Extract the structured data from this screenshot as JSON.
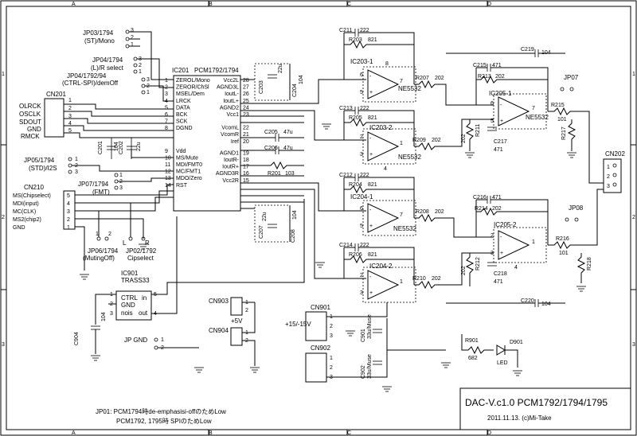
{
  "frame": {
    "columns": [
      "A",
      "B",
      "C",
      "D"
    ],
    "rows": [
      "1",
      "2",
      "3"
    ]
  },
  "title_block": {
    "title": "DAC-V.c1.0   PCM1792/1794/1795",
    "date_author": "2011.11.13.   (c)Mi-Take"
  },
  "notes": {
    "line1": "JP01:  PCM1794時de-emphasisi-offのためLow",
    "line2": "PCM1792, 1795時 SPIのためLow"
  },
  "ic201": {
    "ref": "IC201",
    "part": "PCM1792/1794",
    "left_pins": [
      {
        "n": "1",
        "name": "ZEROL/Mono"
      },
      {
        "n": "2",
        "name": "ZEROR/ChSl"
      },
      {
        "n": "3",
        "name": "MSEL/Dem"
      },
      {
        "n": "4",
        "name": "LRCK"
      },
      {
        "n": "5",
        "name": "DATA"
      },
      {
        "n": "6",
        "name": "BCK"
      },
      {
        "n": "7",
        "name": "SCK"
      },
      {
        "n": "8",
        "name": "DGND"
      },
      {
        "n": "9",
        "name": "Vdd"
      },
      {
        "n": "10",
        "name": "MS/Mute"
      },
      {
        "n": "11",
        "name": "MDI/FMT0"
      },
      {
        "n": "12",
        "name": "MC/FMT1"
      },
      {
        "n": "13",
        "name": "MDO/Zero"
      },
      {
        "n": "14",
        "name": "RST"
      }
    ],
    "right_pins": [
      {
        "n": "28",
        "name": "Vcc2L"
      },
      {
        "n": "27",
        "name": "AGND3L"
      },
      {
        "n": "26",
        "name": "IoutL-"
      },
      {
        "n": "25",
        "name": "IoutL+"
      },
      {
        "n": "24",
        "name": "AGND2"
      },
      {
        "n": "23",
        "name": "Vcc1"
      },
      {
        "n": "22",
        "name": "VcomL"
      },
      {
        "n": "21",
        "name": "VcomR"
      },
      {
        "n": "20",
        "name": "Iref"
      },
      {
        "n": "19",
        "name": "AGND1"
      },
      {
        "n": "18",
        "name": "IoutR-"
      },
      {
        "n": "17",
        "name": "IoutR+"
      },
      {
        "n": "16",
        "name": "AGND3R"
      },
      {
        "n": "15",
        "name": "Vcc2R"
      }
    ]
  },
  "jumpers": {
    "jp03": {
      "ref": "JP03/1794",
      "sub": "(ST)/Mono",
      "pins": [
        "3",
        "2",
        "1"
      ]
    },
    "jp04": {
      "ref": "JP04/1794",
      "sub": "(L)/R select",
      "pins": [
        "3",
        "2",
        "1"
      ]
    },
    "jp041": {
      "ref": "JP04/1792/94",
      "sub": "(CTRL-SPI)/demOff",
      "pins": [
        "3",
        "2",
        "1"
      ]
    },
    "jp05": {
      "ref": "JP05/1794",
      "sub": "(STD)/I2S",
      "pins": [
        "1",
        "2",
        "3"
      ]
    },
    "jp07": {
      "ref": "JP07/1794",
      "sub": "(FMT)",
      "pins": [
        "1",
        "2",
        "3"
      ]
    },
    "jp06": {
      "ref": "JP06/1794",
      "sub": "(MutingOff)",
      "pins": [
        "1",
        "2"
      ]
    },
    "jp02": {
      "ref": "JP02/1792",
      "sub": "Cipselect",
      "lr": [
        "L",
        "R"
      ]
    },
    "jpgnd": {
      "ref": "JP GND",
      "pins": [
        "1",
        "2"
      ]
    },
    "jp07r": {
      "ref": "JP07"
    },
    "jp08": {
      "ref": "JP08"
    }
  },
  "cn201": {
    "ref": "CN201",
    "labels": [
      "OLRCK",
      "OSCLK",
      "SDOUT",
      "GND",
      "RMCK"
    ],
    "pins": [
      "1",
      "2",
      "3",
      "4",
      "5"
    ]
  },
  "cn210": {
    "ref": "CN210",
    "labels": [
      "MS(Chipselect)",
      "MDI(input)",
      "MC(CLK)",
      "MS2(chip2)",
      "GND"
    ],
    "pins": [
      "5",
      "4",
      "3",
      "2",
      "1"
    ]
  },
  "cn202": {
    "ref": "CN202",
    "pins": [
      "1",
      "2",
      "3"
    ]
  },
  "cn903": {
    "ref": "CN903",
    "label": "+5V",
    "pins": [
      "1",
      "2"
    ]
  },
  "cn904": {
    "ref": "CN904",
    "pins": [
      "1",
      "2"
    ]
  },
  "cn901": {
    "ref": "CN901",
    "label": "+15/-15V",
    "pins": [
      "1",
      "2",
      "3"
    ]
  },
  "cn902": {
    "ref": "CN902",
    "pins": [
      "1",
      "2",
      "3"
    ]
  },
  "ic901": {
    "ref": "IC901",
    "part": "TRASS33",
    "ctrl": "CTRL",
    "in": "in",
    "gnd": "GND",
    "nois": "nois",
    "out": "out",
    "pins": [
      "1",
      "2",
      "3",
      "4",
      "5"
    ]
  },
  "opamps": {
    "ic2031": {
      "ref": "IC203-1",
      "part": "NE5532"
    },
    "ic2032": {
      "ref": "IC203-2",
      "part": "NE5532"
    },
    "ic2041": {
      "ref": "IC204-1",
      "part": "NE5532"
    },
    "ic2042": {
      "ref": "IC204-2",
      "part": "NE5532"
    },
    "ic2051": {
      "ref": "IC205-1",
      "part": "NE5532"
    },
    "ic2052": {
      "ref": "IC205-2",
      "part": "NE5532"
    }
  },
  "parts": {
    "c211": "C211",
    "c211v": "222",
    "r203": "R203",
    "r203v": "821",
    "c213": "C213",
    "c213v": "222",
    "r205": "R205",
    "r205v": "821",
    "c212": "C212",
    "c212v": "222",
    "r204": "R204",
    "r204v": "821",
    "c214": "C214",
    "c214v": "222",
    "r206": "R206",
    "r206v": "821",
    "r207": "R207",
    "r207v": "202",
    "r209": "R209",
    "r209v": "202",
    "r208": "R208",
    "r208v": "202",
    "r210": "R210",
    "r210v": "202",
    "c215": "C215",
    "c215v": "471",
    "r213": "R213",
    "r213v": "202",
    "c216": "C216",
    "c216v": "471",
    "r214": "R214",
    "r214v": "202",
    "c219": "C219",
    "c219v": "104",
    "c220": "C220",
    "c220v": "104",
    "r215": "R215",
    "r215v": "101",
    "r216": "R216",
    "r216v": "101",
    "r217": "R217",
    "r218": "R218",
    "r211": "R211",
    "r211v": "202",
    "r212": "R212",
    "r212v": "202",
    "c217": "C217",
    "c217v": "471",
    "c218": "C218",
    "c218v": "471",
    "c205": "C205",
    "c205v": "47u",
    "c206": "C206",
    "c206v": "47u",
    "r201": "R201",
    "r201v": "103",
    "c203": "C203",
    "c203v": "22u",
    "c204": "C204",
    "c204v": "104",
    "c207": "C207",
    "c207v": "22u",
    "c208": "C208",
    "c208v": "104",
    "c201": "C201",
    "c201v": "104",
    "c202": "C202",
    "c202v": "22u",
    "c904": "C904",
    "c904v": "104",
    "c901": "C901",
    "c901v": "33u/Muse",
    "c902": "C902",
    "c902v": "33u/Muse",
    "r901": "R901",
    "r901v": "682",
    "d901": "D901",
    "led": "LED",
    "opn4": "4",
    "opn8": "8",
    "minus": "-",
    "plus": "+",
    "pin5": "5",
    "pin6": "6",
    "pin7": "7",
    "pin1": "1",
    "pin2": "2",
    "pin3": "3"
  }
}
